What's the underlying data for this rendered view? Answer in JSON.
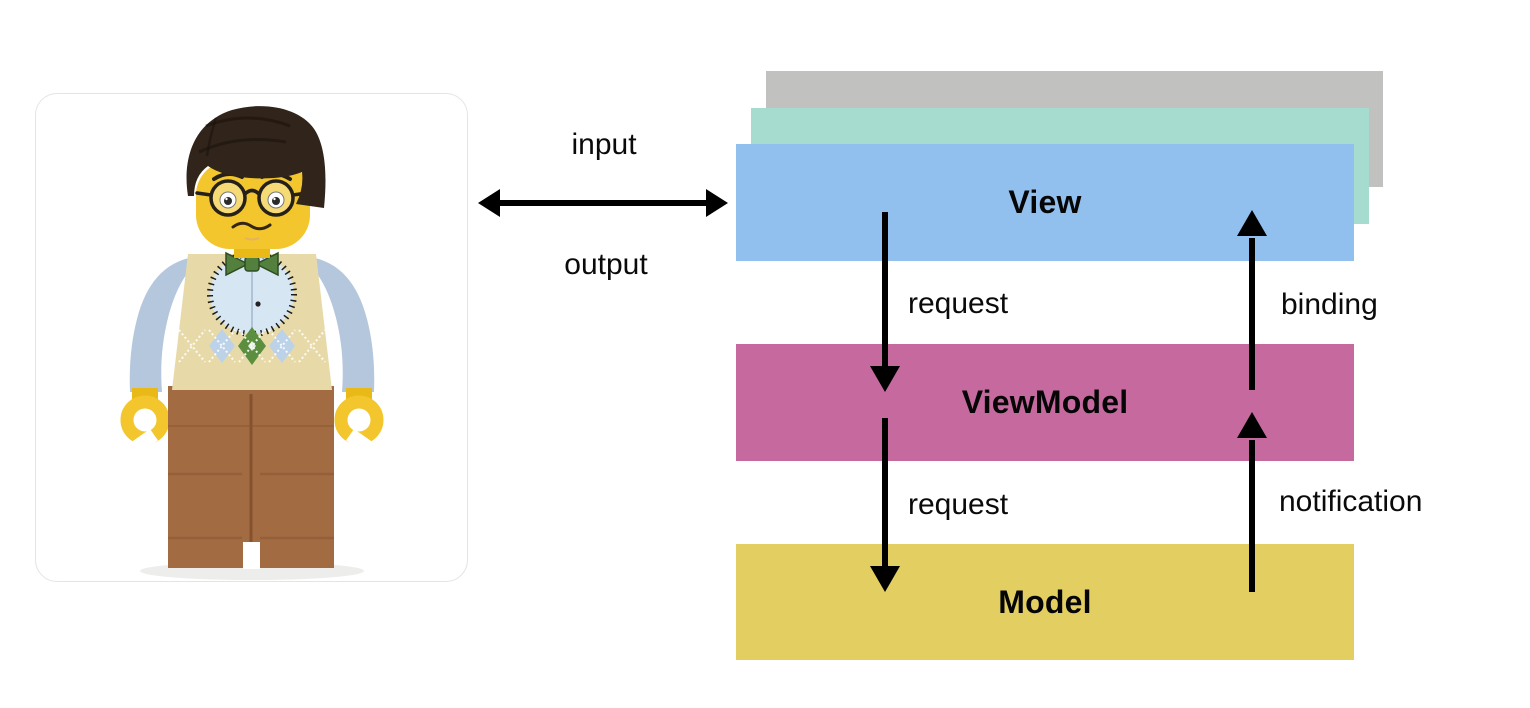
{
  "diagram": {
    "io": {
      "input_label": "input",
      "output_label": "output"
    },
    "layers": [
      {
        "label": "View",
        "color": "#92c0ee"
      },
      {
        "label": "ViewModel",
        "color": "#c5699e"
      },
      {
        "label": "Model",
        "color": "#e2ce61"
      }
    ],
    "back_layers": [
      {
        "name": "stacked-view-shadow-far",
        "color": "#c1c1c0"
      },
      {
        "name": "stacked-view-shadow-near",
        "color": "#a5dccf"
      }
    ],
    "flows": [
      {
        "label": "request",
        "direction": "down",
        "from": "View",
        "to": "ViewModel"
      },
      {
        "label": "binding",
        "direction": "up",
        "from": "ViewModel",
        "to": "View"
      },
      {
        "label": "request",
        "direction": "down",
        "from": "ViewModel",
        "to": "Model"
      },
      {
        "label": "notification",
        "direction": "up",
        "from": "Model",
        "to": "ViewModel"
      }
    ],
    "arrow_color": "#000000",
    "text_color": "#0a0a0a"
  },
  "user_figure": {
    "icon": "lego-minifigure",
    "colors": {
      "hair": "#31241a",
      "skin": "#f2c62c",
      "skin_shade": "#e9b917",
      "arms": "#b5c7dd",
      "vest": "#e7daa8",
      "shirt": "#d7e6f3",
      "bow_tie": "#53803c",
      "argyle_blue": "#bcd2e8",
      "argyle_green": "#5b8f3f",
      "legs": "#a26b42",
      "card_background": "#ffffff",
      "card_border": "#e4e4e4"
    }
  },
  "page": {
    "background": "#ffffff"
  }
}
